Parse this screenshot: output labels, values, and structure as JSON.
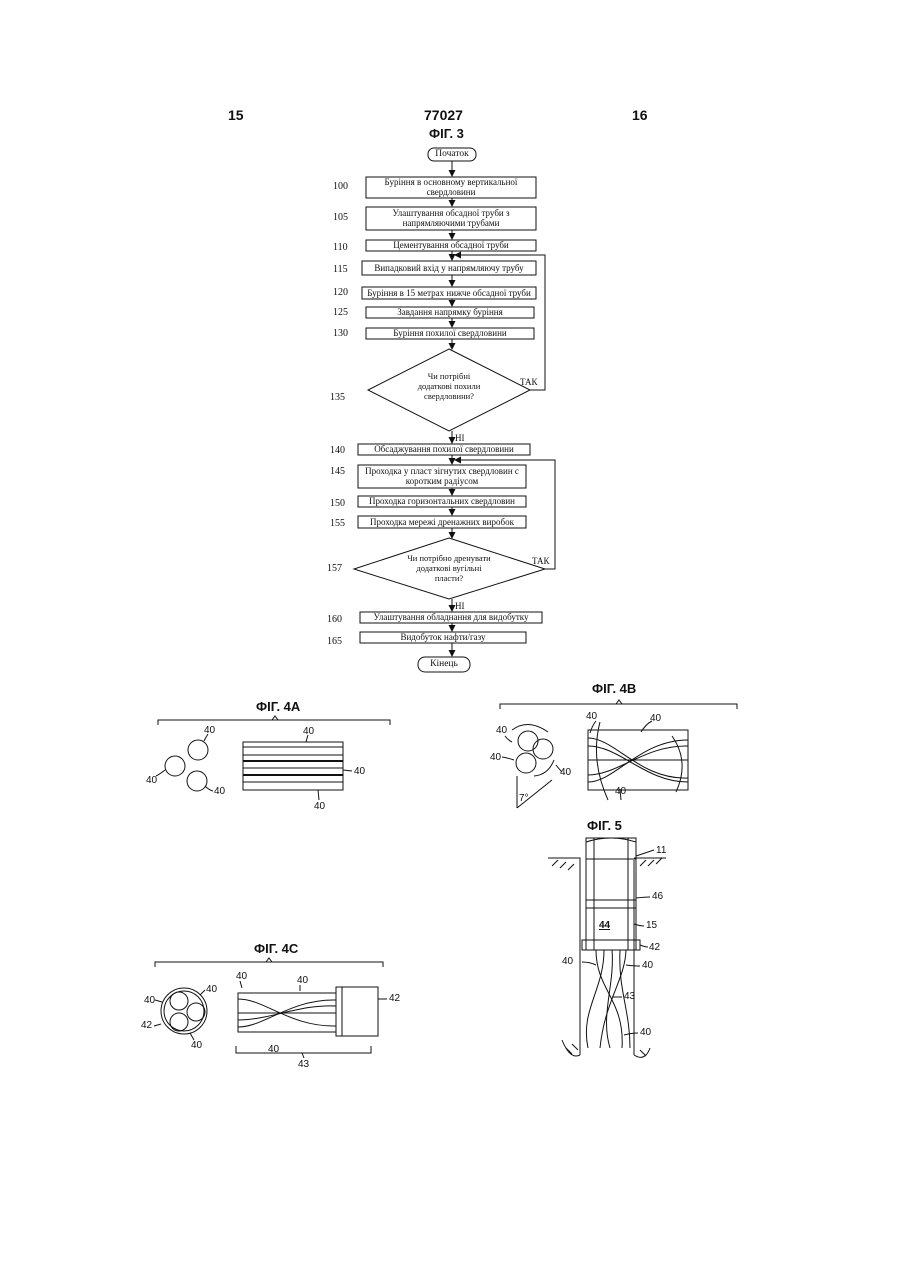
{
  "header": {
    "left_page": "15",
    "patent_number": "77027",
    "right_page": "16"
  },
  "fig3": {
    "title": "ФІГ. 3",
    "start": "Початок",
    "end": "Кінець",
    "steps": [
      {
        "num": "100",
        "lines": [
          "Буріння  в основному вертикальної",
          "свердловини"
        ]
      },
      {
        "num": "105",
        "lines": [
          "Улаштування обсадної труби з",
          "напрямляючими трубами"
        ]
      },
      {
        "num": "110",
        "lines": [
          "Цементування обсадної труби"
        ]
      },
      {
        "num": "115",
        "lines": [
          "Випадковий вхід у напрямляючу трубу"
        ]
      },
      {
        "num": "120",
        "lines": [
          "Буріння в 15 метрах  нижче обсадної труби"
        ]
      },
      {
        "num": "125",
        "lines": [
          "Завдання напрямку буріння"
        ]
      },
      {
        "num": "130",
        "lines": [
          "Буріння похилої свердловини"
        ]
      },
      {
        "num": "140",
        "lines": [
          "Обсаджування похилої свердловини"
        ]
      },
      {
        "num": "145",
        "lines": [
          "Проходка у пласт зігнутих свердловин с",
          "коротким радіусом"
        ]
      },
      {
        "num": "150",
        "lines": [
          "Проходка горизонтальних свердловин"
        ]
      },
      {
        "num": "155",
        "lines": [
          "Проходка мережі дренажних виробок"
        ]
      },
      {
        "num": "160",
        "lines": [
          "Улаштування обладнання для видобутку"
        ]
      },
      {
        "num": "165",
        "lines": [
          "Видобуток нафти/газу"
        ]
      }
    ],
    "decisions": [
      {
        "num": "135",
        "lines": [
          "Чи потрібні",
          "додаткові похили",
          "свердловини?"
        ],
        "yes": "ТАК",
        "no": "НІ"
      },
      {
        "num": "157",
        "lines": [
          "Чи потрібно дренувати",
          "додаткові вугільні",
          "пласти?"
        ],
        "yes": "ТАК",
        "no": "НІ"
      }
    ]
  },
  "fig4a": {
    "title": "ФІГ. 4А",
    "labels": [
      "40",
      "40",
      "40",
      "40",
      "40",
      "40"
    ]
  },
  "fig4b": {
    "title": "ФІГ. 4В",
    "labels": [
      "40",
      "40",
      "40",
      "40",
      "40",
      "40"
    ],
    "angle": "7°"
  },
  "fig4c": {
    "title": "ФІГ. 4С",
    "labels": [
      "40",
      "40",
      "40",
      "40",
      "40",
      "40",
      "42",
      "42",
      "43"
    ]
  },
  "fig5": {
    "title": "ФІГ. 5",
    "labels": [
      "11",
      "46",
      "15",
      "44",
      "42",
      "40",
      "40",
      "43",
      "40"
    ]
  }
}
